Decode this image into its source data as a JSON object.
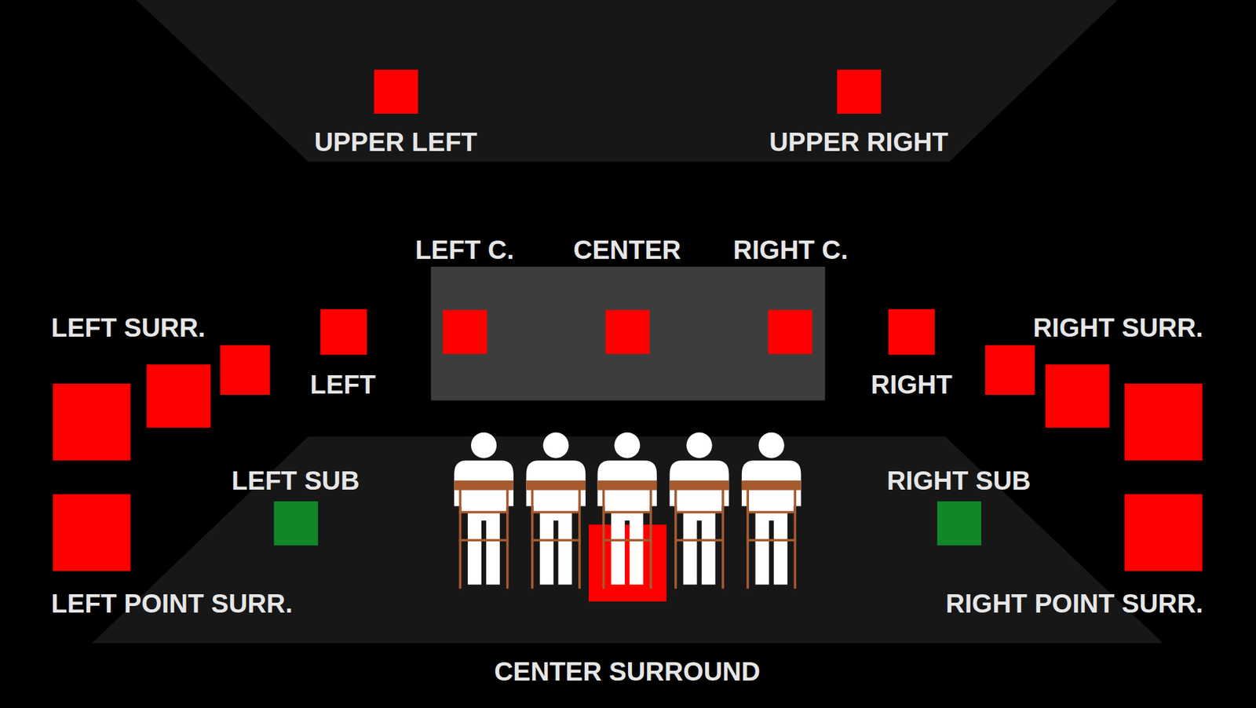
{
  "diagram": {
    "labels": [
      "UPPER LEFT",
      "UPPER RIGHT",
      "LEFT C.",
      "CENTER",
      "RIGHT C.",
      "LEFT SURR.",
      "RIGHT SURR.",
      "LEFT",
      "RIGHT",
      "LEFT SUB",
      "RIGHT SUB",
      "LEFT POINT SURR.",
      "RIGHT POINT SURR.",
      "CENTER SURROUND"
    ]
  }
}
